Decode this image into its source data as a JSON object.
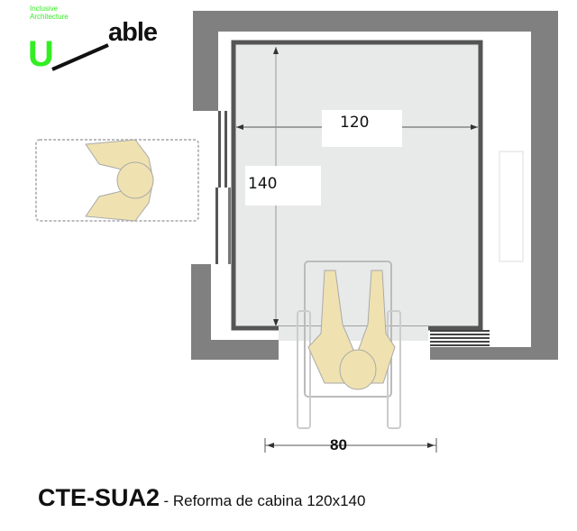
{
  "logo": {
    "tagline": "Inclusive Architecture",
    "letter": "U",
    "word": "able"
  },
  "dimensions": {
    "width": "120",
    "depth": "140",
    "door": "80"
  },
  "caption": {
    "title": "CTE-SUA2",
    "subtitle": "- Reforma de cabina 120x140"
  },
  "colors": {
    "wall": "#808080",
    "cabin_border": "#555555",
    "cabin_floor": "#e8e9e9",
    "figure": "#efe2b0",
    "logo_green": "#33ee22"
  }
}
